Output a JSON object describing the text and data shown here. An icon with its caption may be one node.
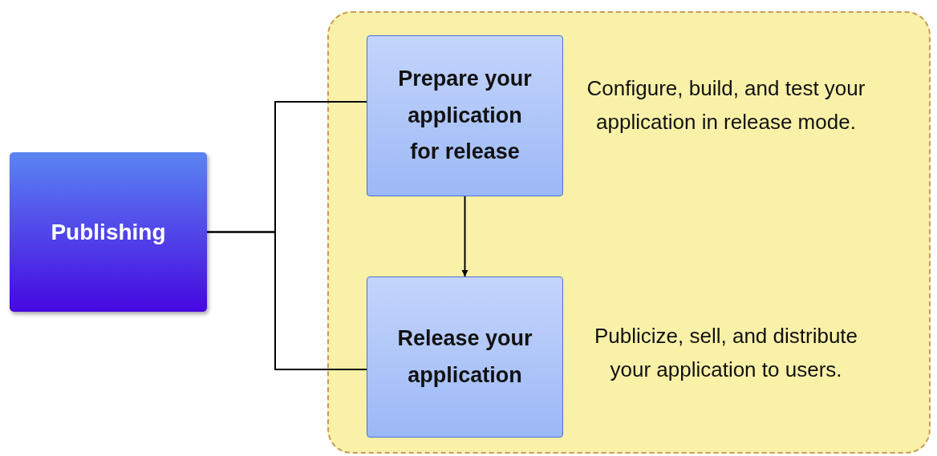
{
  "diagram": {
    "nodes": [
      {
        "text": [
          "Publishing"
        ]
      },
      {
        "text": [],
        "shape": "box"
      },
      {
        "text": [
          "Prepare your application for release"
        ],
        "in": 1,
        "beside": [
          "Configure, build, and test your application in release mode."
        ]
      },
      {
        "text": [
          "Release your application"
        ],
        "in": 1,
        "beside": [
          "Publicize, sell, and distribute your application to users."
        ]
      }
    ],
    "edges": [
      {
        "from": 0,
        "to": 2,
        "arrow": "none"
      },
      {
        "from": 0,
        "to": 3,
        "arrow": "none"
      },
      {
        "from": 2,
        "to": 3,
        "arrow": "to"
      }
    ]
  }
}
